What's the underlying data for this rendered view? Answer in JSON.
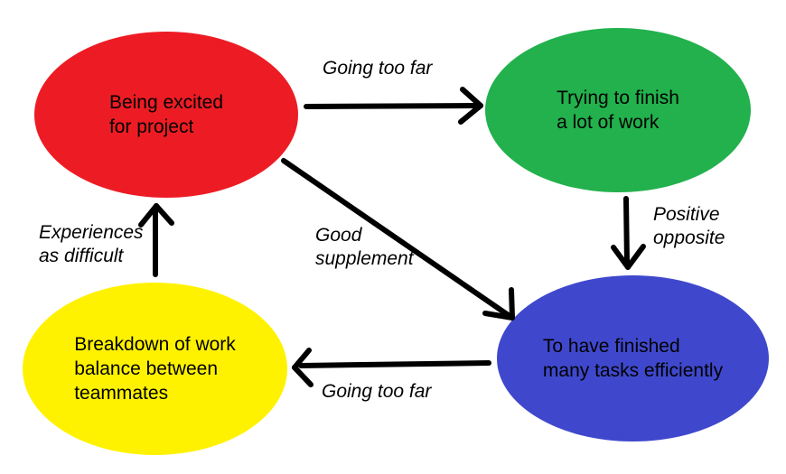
{
  "diagram": {
    "background_color": "#ffffff",
    "stroke_color": "#000000",
    "text_color": "#000000",
    "nodes": {
      "excited": {
        "label": "Being excited\nfor project",
        "color": "#ed1c24"
      },
      "finish": {
        "label": "Trying to finish\na lot of work",
        "color": "#22b14c"
      },
      "finished": {
        "label": "To have finished\nmany tasks efficiently",
        "color": "#3f48cc"
      },
      "breakdown": {
        "label": "Breakdown of work\nbalance between\nteammates",
        "color": "#fff200"
      }
    },
    "edges": {
      "excited_to_finish": {
        "from": "excited",
        "to": "finish",
        "label": "Going too far",
        "direction": "right"
      },
      "finish_to_finished": {
        "from": "finish",
        "to": "finished",
        "label": "Positive\nopposite",
        "direction": "down"
      },
      "excited_to_finished": {
        "from": "excited",
        "to": "finished",
        "label": "Good\nsupplement",
        "direction": "diagonal-down-right"
      },
      "finished_to_breakdown": {
        "from": "finished",
        "to": "breakdown",
        "label": "Going too far",
        "direction": "left"
      },
      "breakdown_to_excited": {
        "from": "breakdown",
        "to": "excited",
        "label": "Experiences\nas difficult",
        "direction": "up"
      }
    }
  }
}
